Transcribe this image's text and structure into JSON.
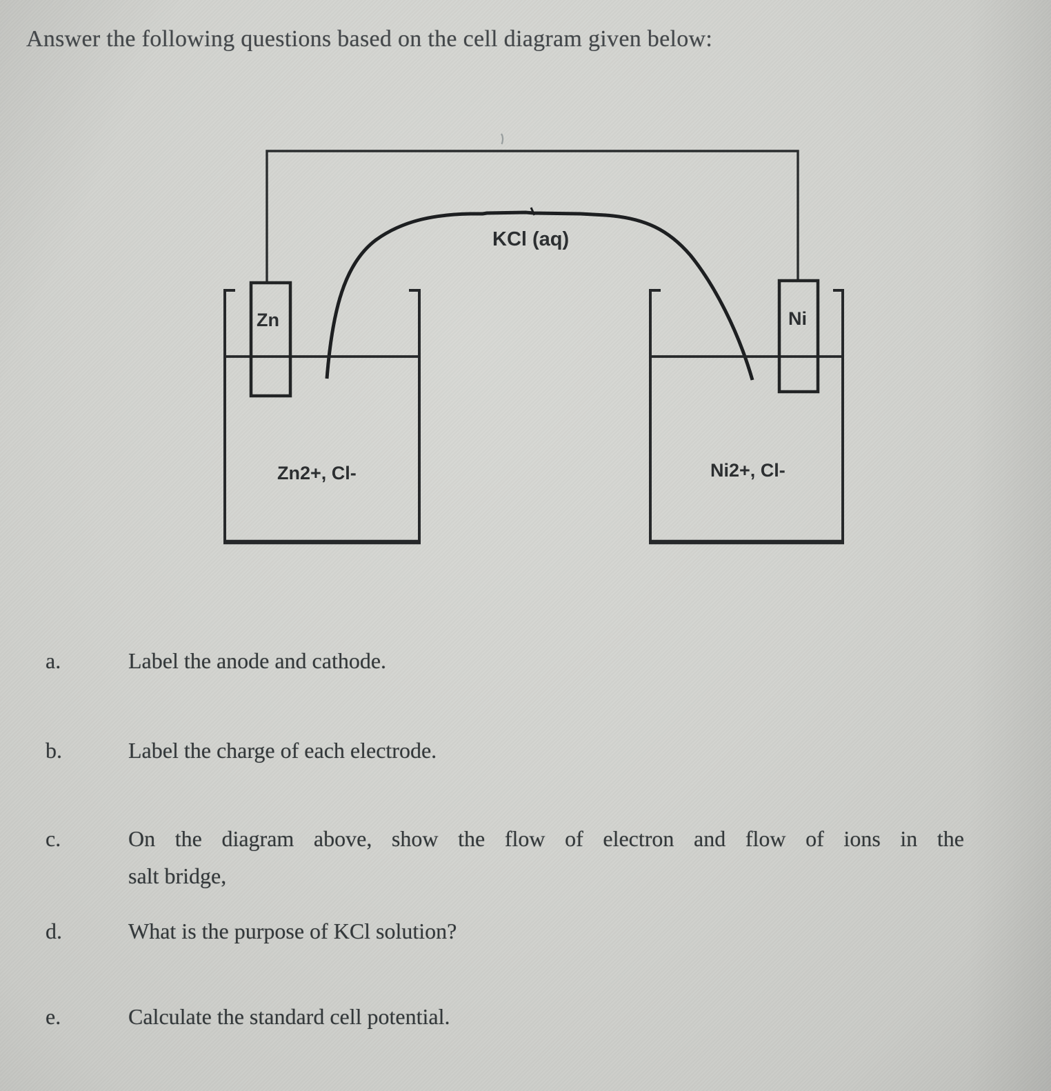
{
  "page": {
    "title": "Answer the following questions based on the cell diagram given below:"
  },
  "diagram": {
    "salt_bridge_label": "KCl (aq)",
    "left_electrode_label": "Zn",
    "right_electrode_label": "Ni",
    "left_solution_label": "Zn2+, Cl-",
    "right_solution_label": "Ni2+, Cl-",
    "line_color": "#26282a",
    "paper_color": "#d2d3cf"
  },
  "questions": [
    {
      "letter": "a.",
      "text": "Label the anode and cathode."
    },
    {
      "letter": "b.",
      "text": "Label the charge of each electrode."
    },
    {
      "letter": "c.",
      "line1": "On the diagram above, show the flow of electron and flow of ions in the",
      "line2": "salt bridge,"
    },
    {
      "letter": "d.",
      "text": "What is the purpose of KCl solution?"
    },
    {
      "letter": "e.",
      "text": "Calculate the standard cell potential."
    }
  ]
}
